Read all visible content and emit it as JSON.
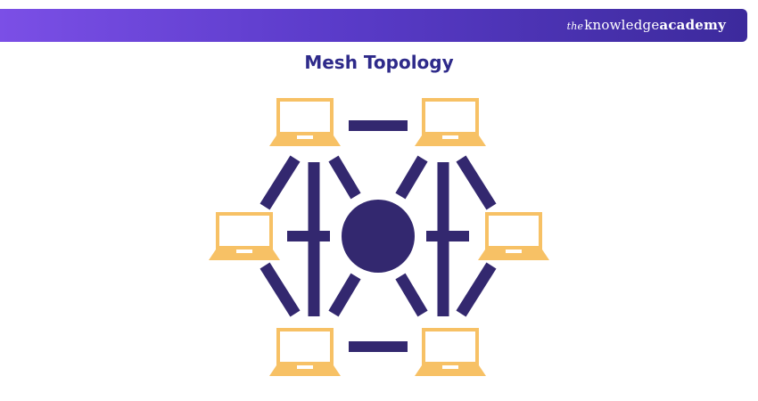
{
  "header": {
    "brand_prefix": "the",
    "brand_main": "knowledge",
    "brand_bold": "academy"
  },
  "title": "Mesh Topology",
  "colors": {
    "banner_start": "#7b4fe6",
    "banner_end": "#3c2a9c",
    "title": "#2e2a8a",
    "link": "#33286f",
    "laptop": "#f7c165",
    "hub": "#33286f"
  },
  "nodes": [
    {
      "name": "laptop-top-left",
      "icon": "laptop-icon"
    },
    {
      "name": "laptop-top-right",
      "icon": "laptop-icon"
    },
    {
      "name": "laptop-middle-left",
      "icon": "laptop-icon"
    },
    {
      "name": "laptop-middle-right",
      "icon": "laptop-icon"
    },
    {
      "name": "laptop-bottom-left",
      "icon": "laptop-icon"
    },
    {
      "name": "laptop-bottom-right",
      "icon": "laptop-icon"
    }
  ],
  "hub": {
    "name": "central-hub",
    "icon": "circle-icon"
  }
}
